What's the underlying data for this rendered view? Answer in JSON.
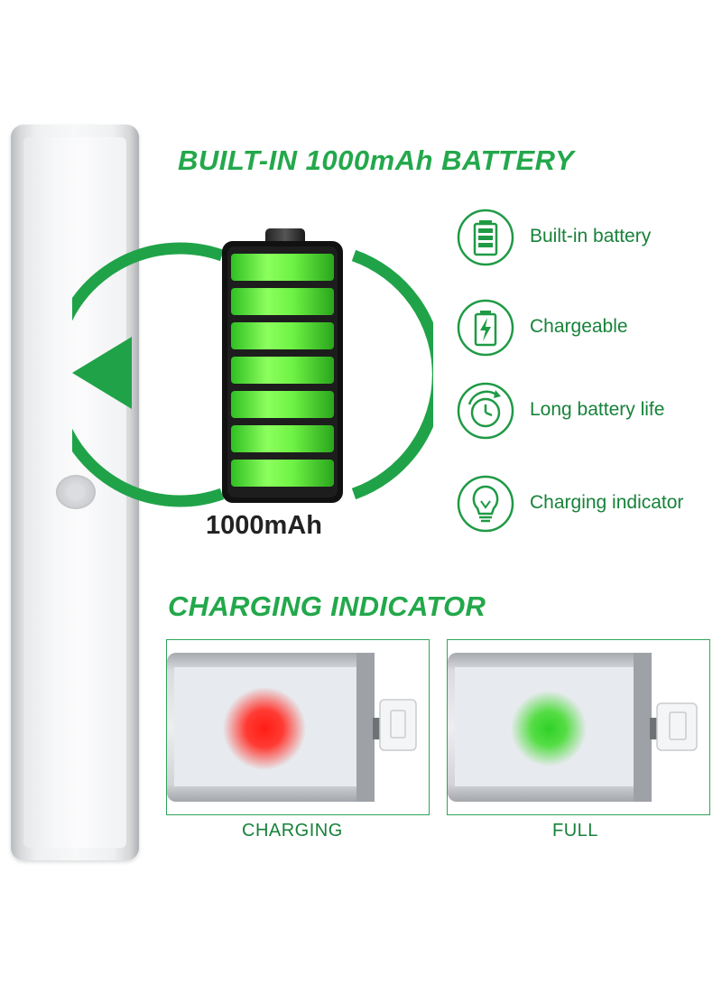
{
  "heading_battery": "BUILT-IN 1000mAh BATTERY",
  "capacity_label": "1000mAh",
  "features": [
    {
      "label": "Built-in battery",
      "icon": "battery-icon"
    },
    {
      "label": "Chargeable",
      "icon": "charge-battery-icon"
    },
    {
      "label": "Long battery life",
      "icon": "clock-icon"
    },
    {
      "label": "Charging indicator",
      "icon": "lightbulb-icon"
    }
  ],
  "heading_indicator": "CHARGING INDICATOR",
  "states": [
    {
      "label": "CHARGING",
      "color": "#ff2a22"
    },
    {
      "label": "FULL",
      "color": "#35d12c"
    }
  ],
  "colors": {
    "brand_green": "#23a84b",
    "battery_green": "#5ef03a"
  }
}
